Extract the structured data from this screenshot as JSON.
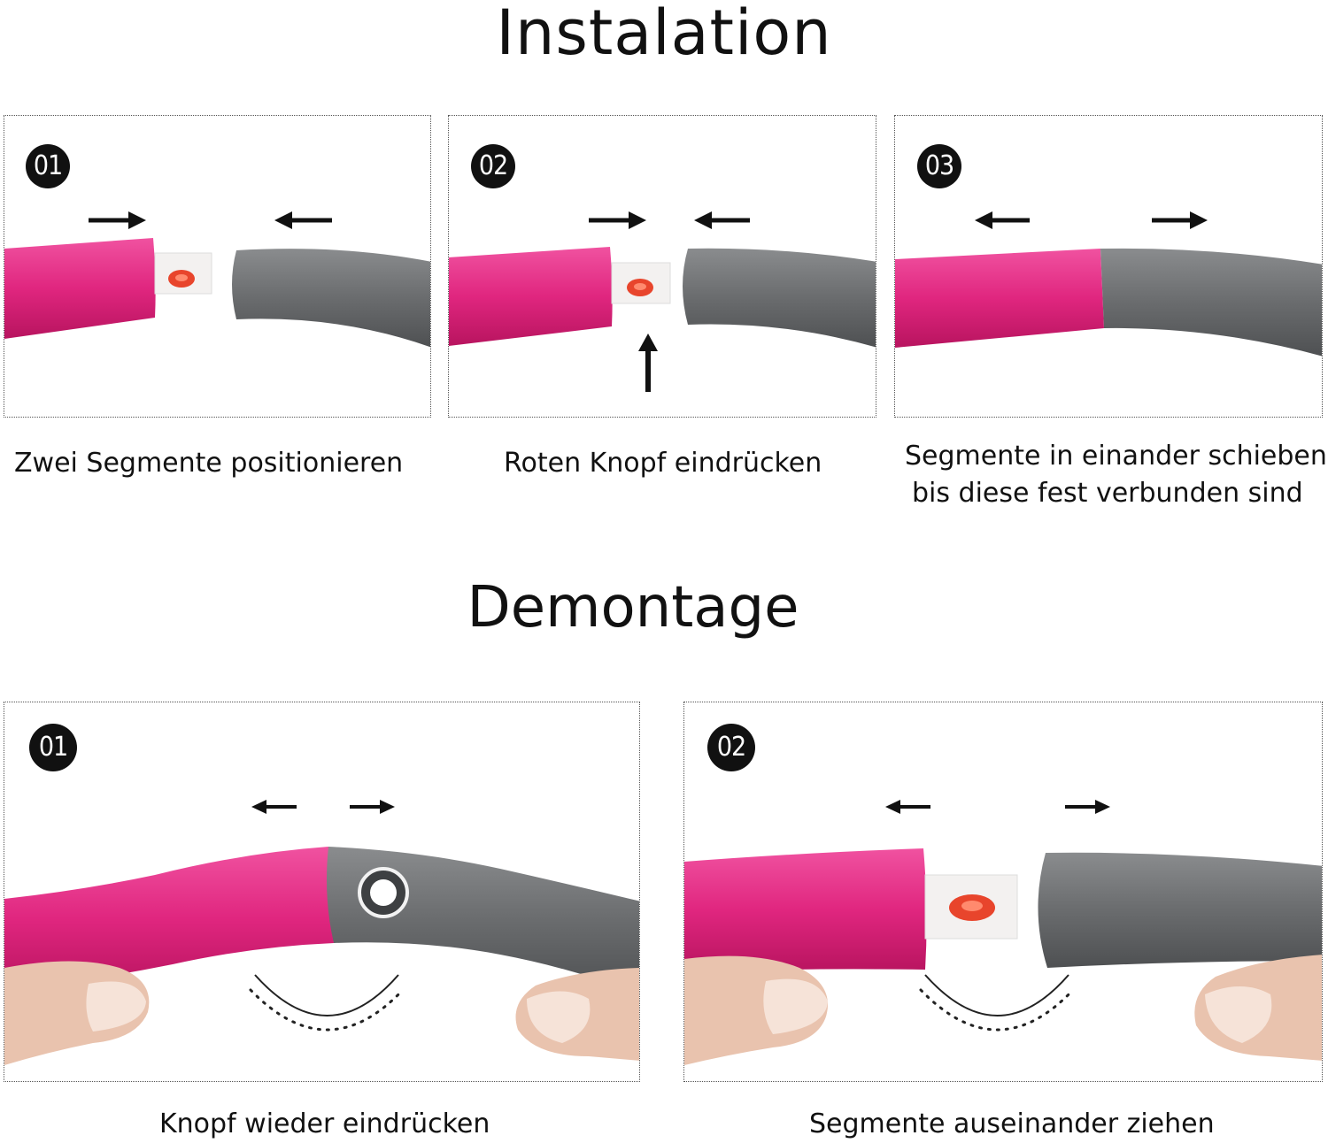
{
  "installation": {
    "title": "Instalation",
    "steps": [
      {
        "number": "01",
        "caption": "Zwei Segmente positionieren"
      },
      {
        "number": "02",
        "caption": "Roten Knopf eindrücken"
      },
      {
        "number": "03",
        "caption_line1": "Segmente in einander schieben",
        "caption_line2": "bis diese fest verbunden sind"
      }
    ]
  },
  "demontage": {
    "title": "Demontage",
    "steps": [
      {
        "number": "01",
        "caption": "Knopf wieder eindrücken"
      },
      {
        "number": "02",
        "caption": "Segmente auseinander ziehen"
      }
    ]
  },
  "colors": {
    "pink_segment": "#e0267f",
    "grey_segment": "#6a6c6e",
    "button_red": "#e8452c",
    "badge": "#111111"
  }
}
